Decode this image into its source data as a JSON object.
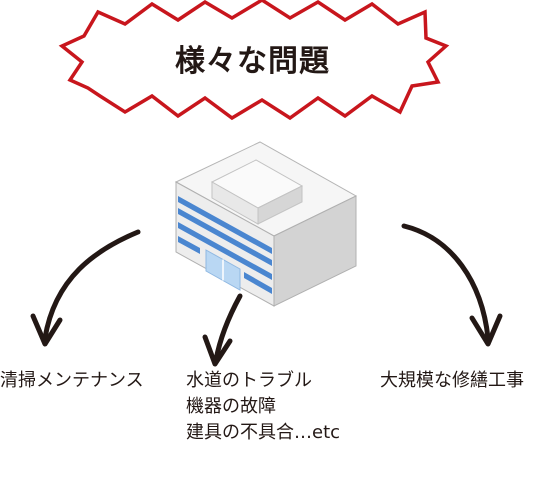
{
  "title": "様々な問題",
  "colors": {
    "burst_stroke": "#c8161d",
    "burst_fill": "#ffffff",
    "text": "#231815",
    "arrow": "#231815",
    "building_top": "#f4f4f4",
    "building_side": "#d9d9d9",
    "building_front": "#ececec",
    "window_stripe": "#4a86d0",
    "door_glass": "#b9d7f3"
  },
  "icons": {
    "building": "office-building-icon",
    "arrow": "curved-arrow-icon",
    "burst": "speech-burst-shape"
  },
  "categories": {
    "left": {
      "lines": [
        "清掃メンテナンス"
      ]
    },
    "center": {
      "lines": [
        "水道のトラブル",
        "機器の故障",
        "建具の不具合…etc"
      ]
    },
    "right": {
      "lines": [
        "大規模な修繕工事"
      ]
    }
  }
}
